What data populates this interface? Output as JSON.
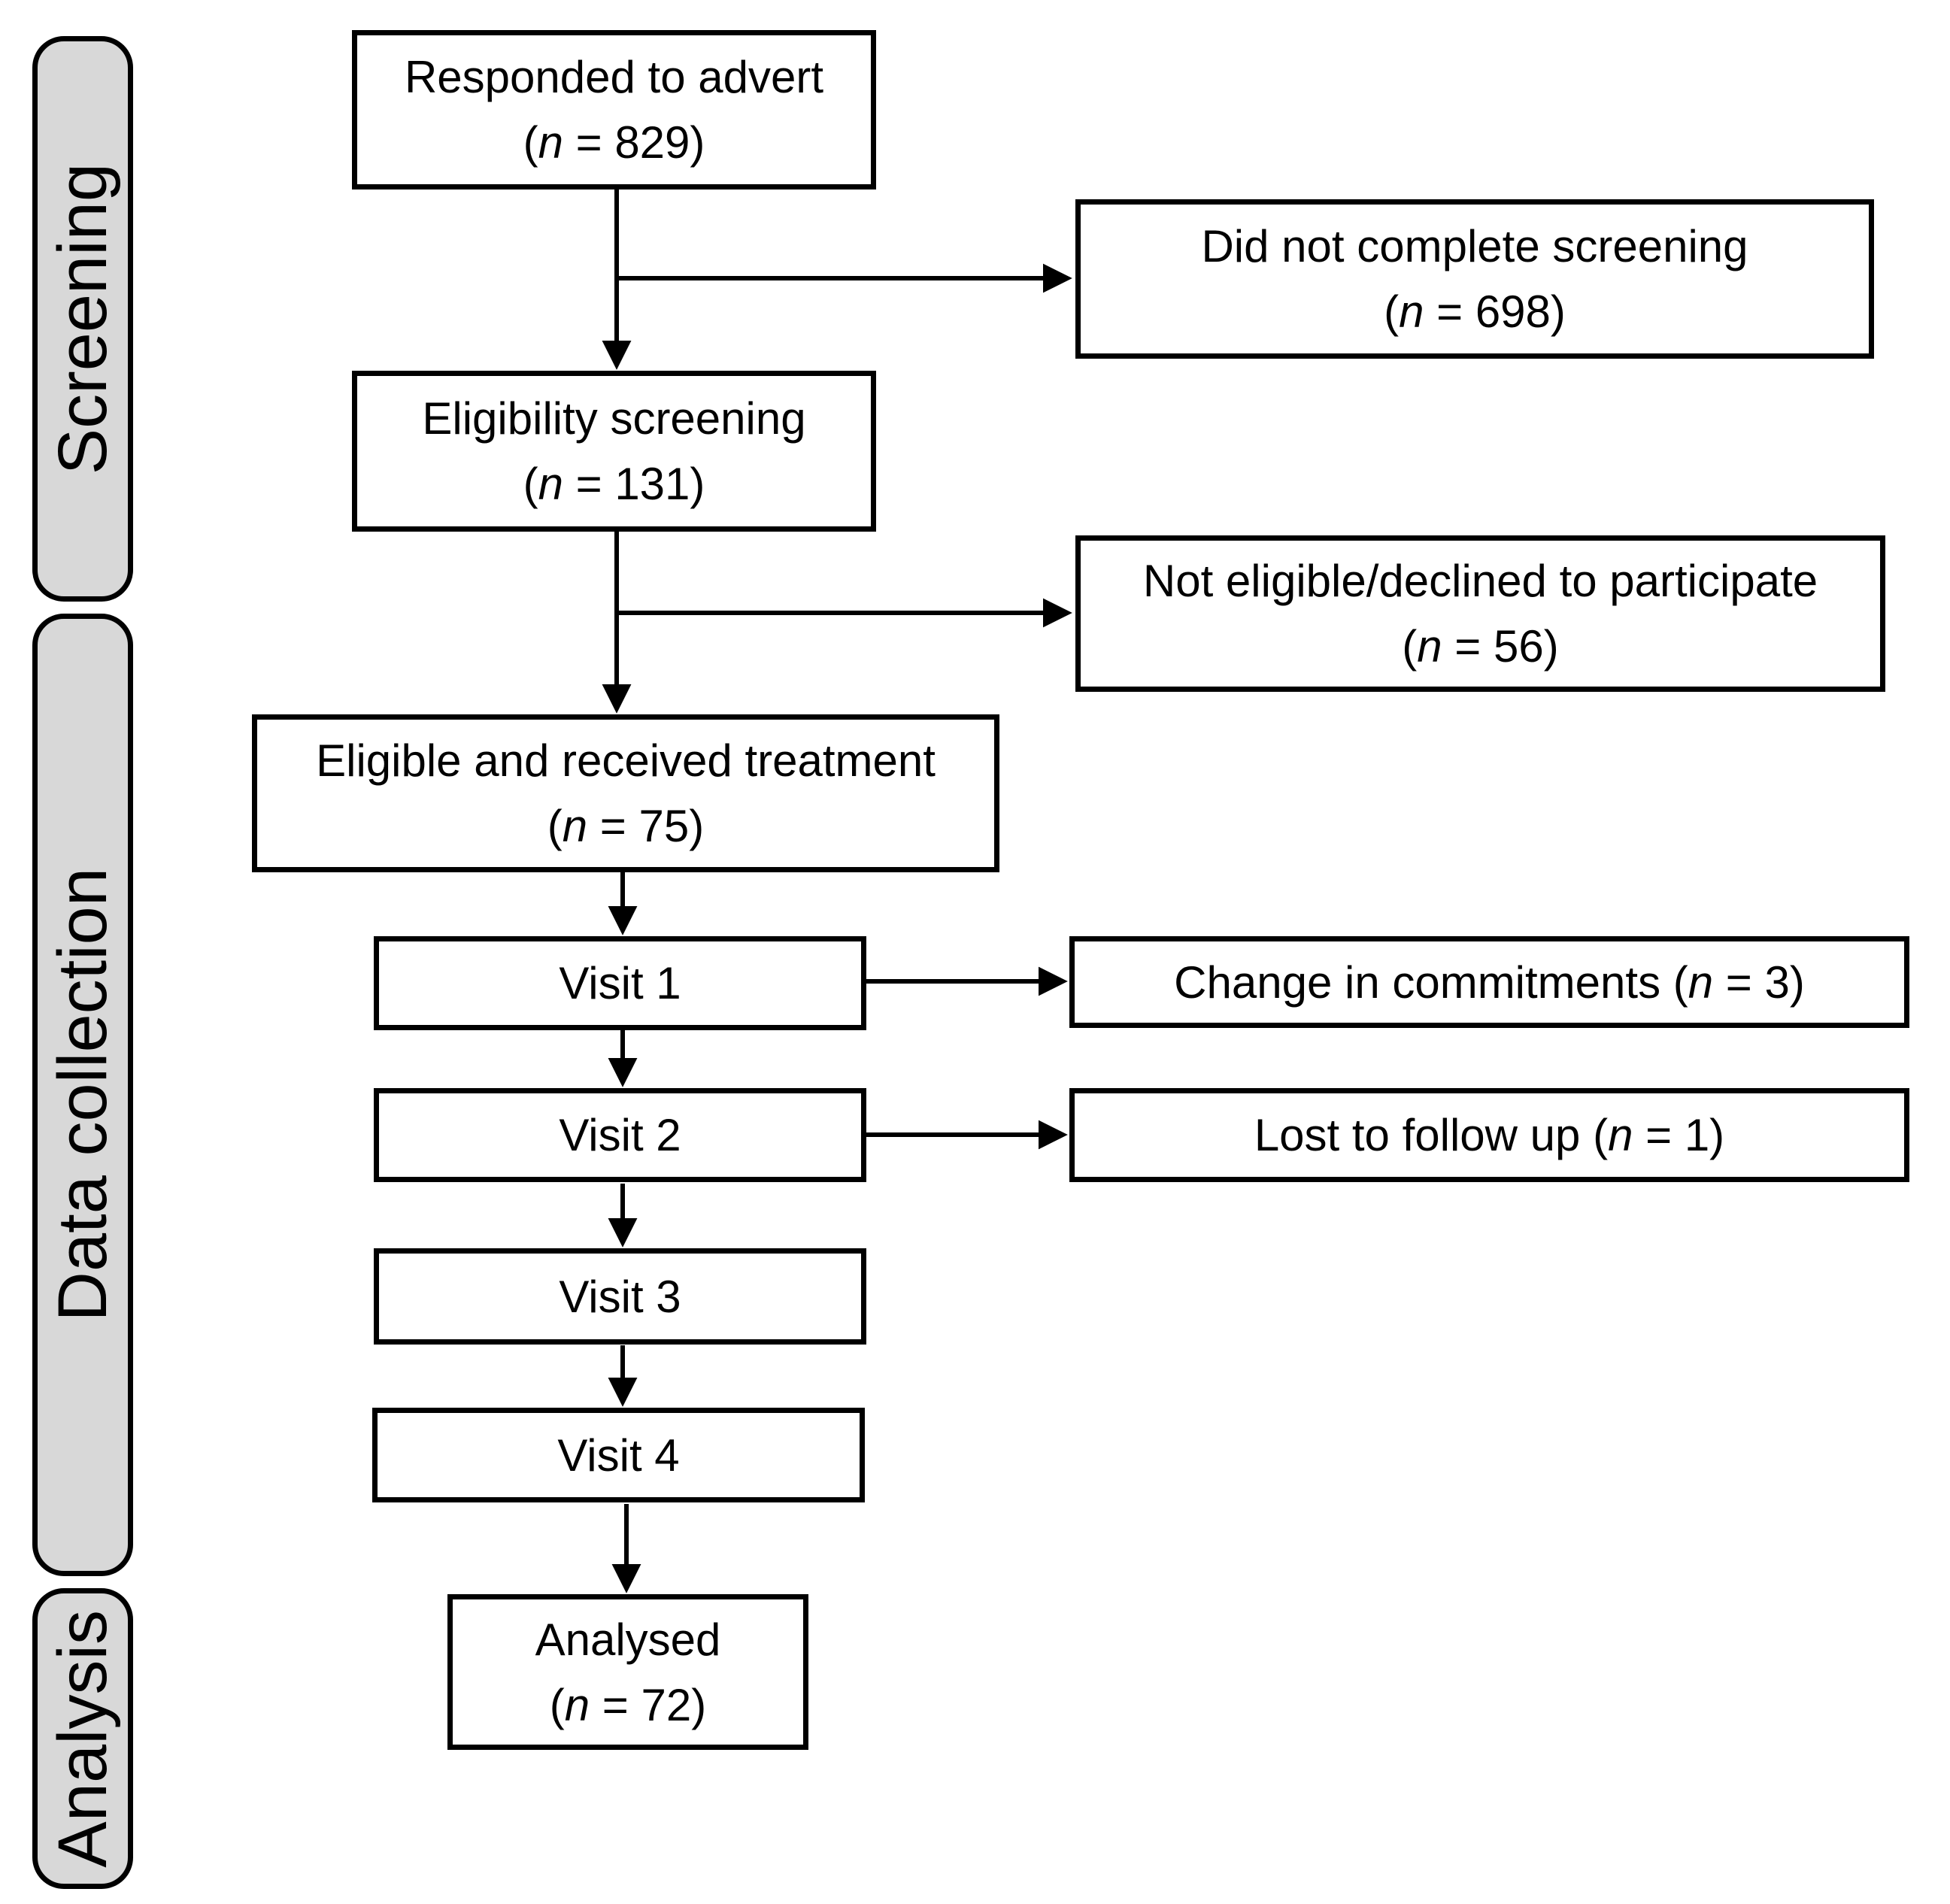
{
  "colors": {
    "phase_fill": "#d8d8d8",
    "box_fill": "#ffffff",
    "line": "#000000"
  },
  "phases": {
    "screening": {
      "label": "Screening"
    },
    "data_collection": {
      "label": "Data collection"
    },
    "analysis": {
      "label": "Analysis"
    }
  },
  "flow": {
    "responded": {
      "title": "Responded to advert",
      "n_open": "(",
      "n_sym": "n",
      "n_rest": " = 829)"
    },
    "eligibility": {
      "title": "Eligibility screening",
      "n_open": "(",
      "n_sym": "n",
      "n_rest": " = 131)"
    },
    "treatment": {
      "title": "Eligible and received treatment",
      "n_open": "(",
      "n_sym": "n",
      "n_rest": " = 75)"
    },
    "visit1": {
      "title": "Visit 1"
    },
    "visit2": {
      "title": "Visit 2"
    },
    "visit3": {
      "title": "Visit 3"
    },
    "visit4": {
      "title": "Visit 4"
    },
    "analysed": {
      "title": "Analysed",
      "n_open": "(",
      "n_sym": "n",
      "n_rest": " = 72)"
    }
  },
  "exclusions": {
    "did_not_complete": {
      "title": "Did not complete screening",
      "n_open": "(",
      "n_sym": "n",
      "n_rest": " = 698)"
    },
    "not_eligible": {
      "title": "Not eligible/declined to participate",
      "n_open": "(",
      "n_sym": "n",
      "n_rest": " = 56)"
    },
    "change_commitments": {
      "pre": "Change in commitments (",
      "n_sym": "n",
      "post": " = 3)"
    },
    "lost_follow_up": {
      "pre": "Lost to follow up (",
      "n_sym": "n",
      "post": " = 1)"
    }
  }
}
